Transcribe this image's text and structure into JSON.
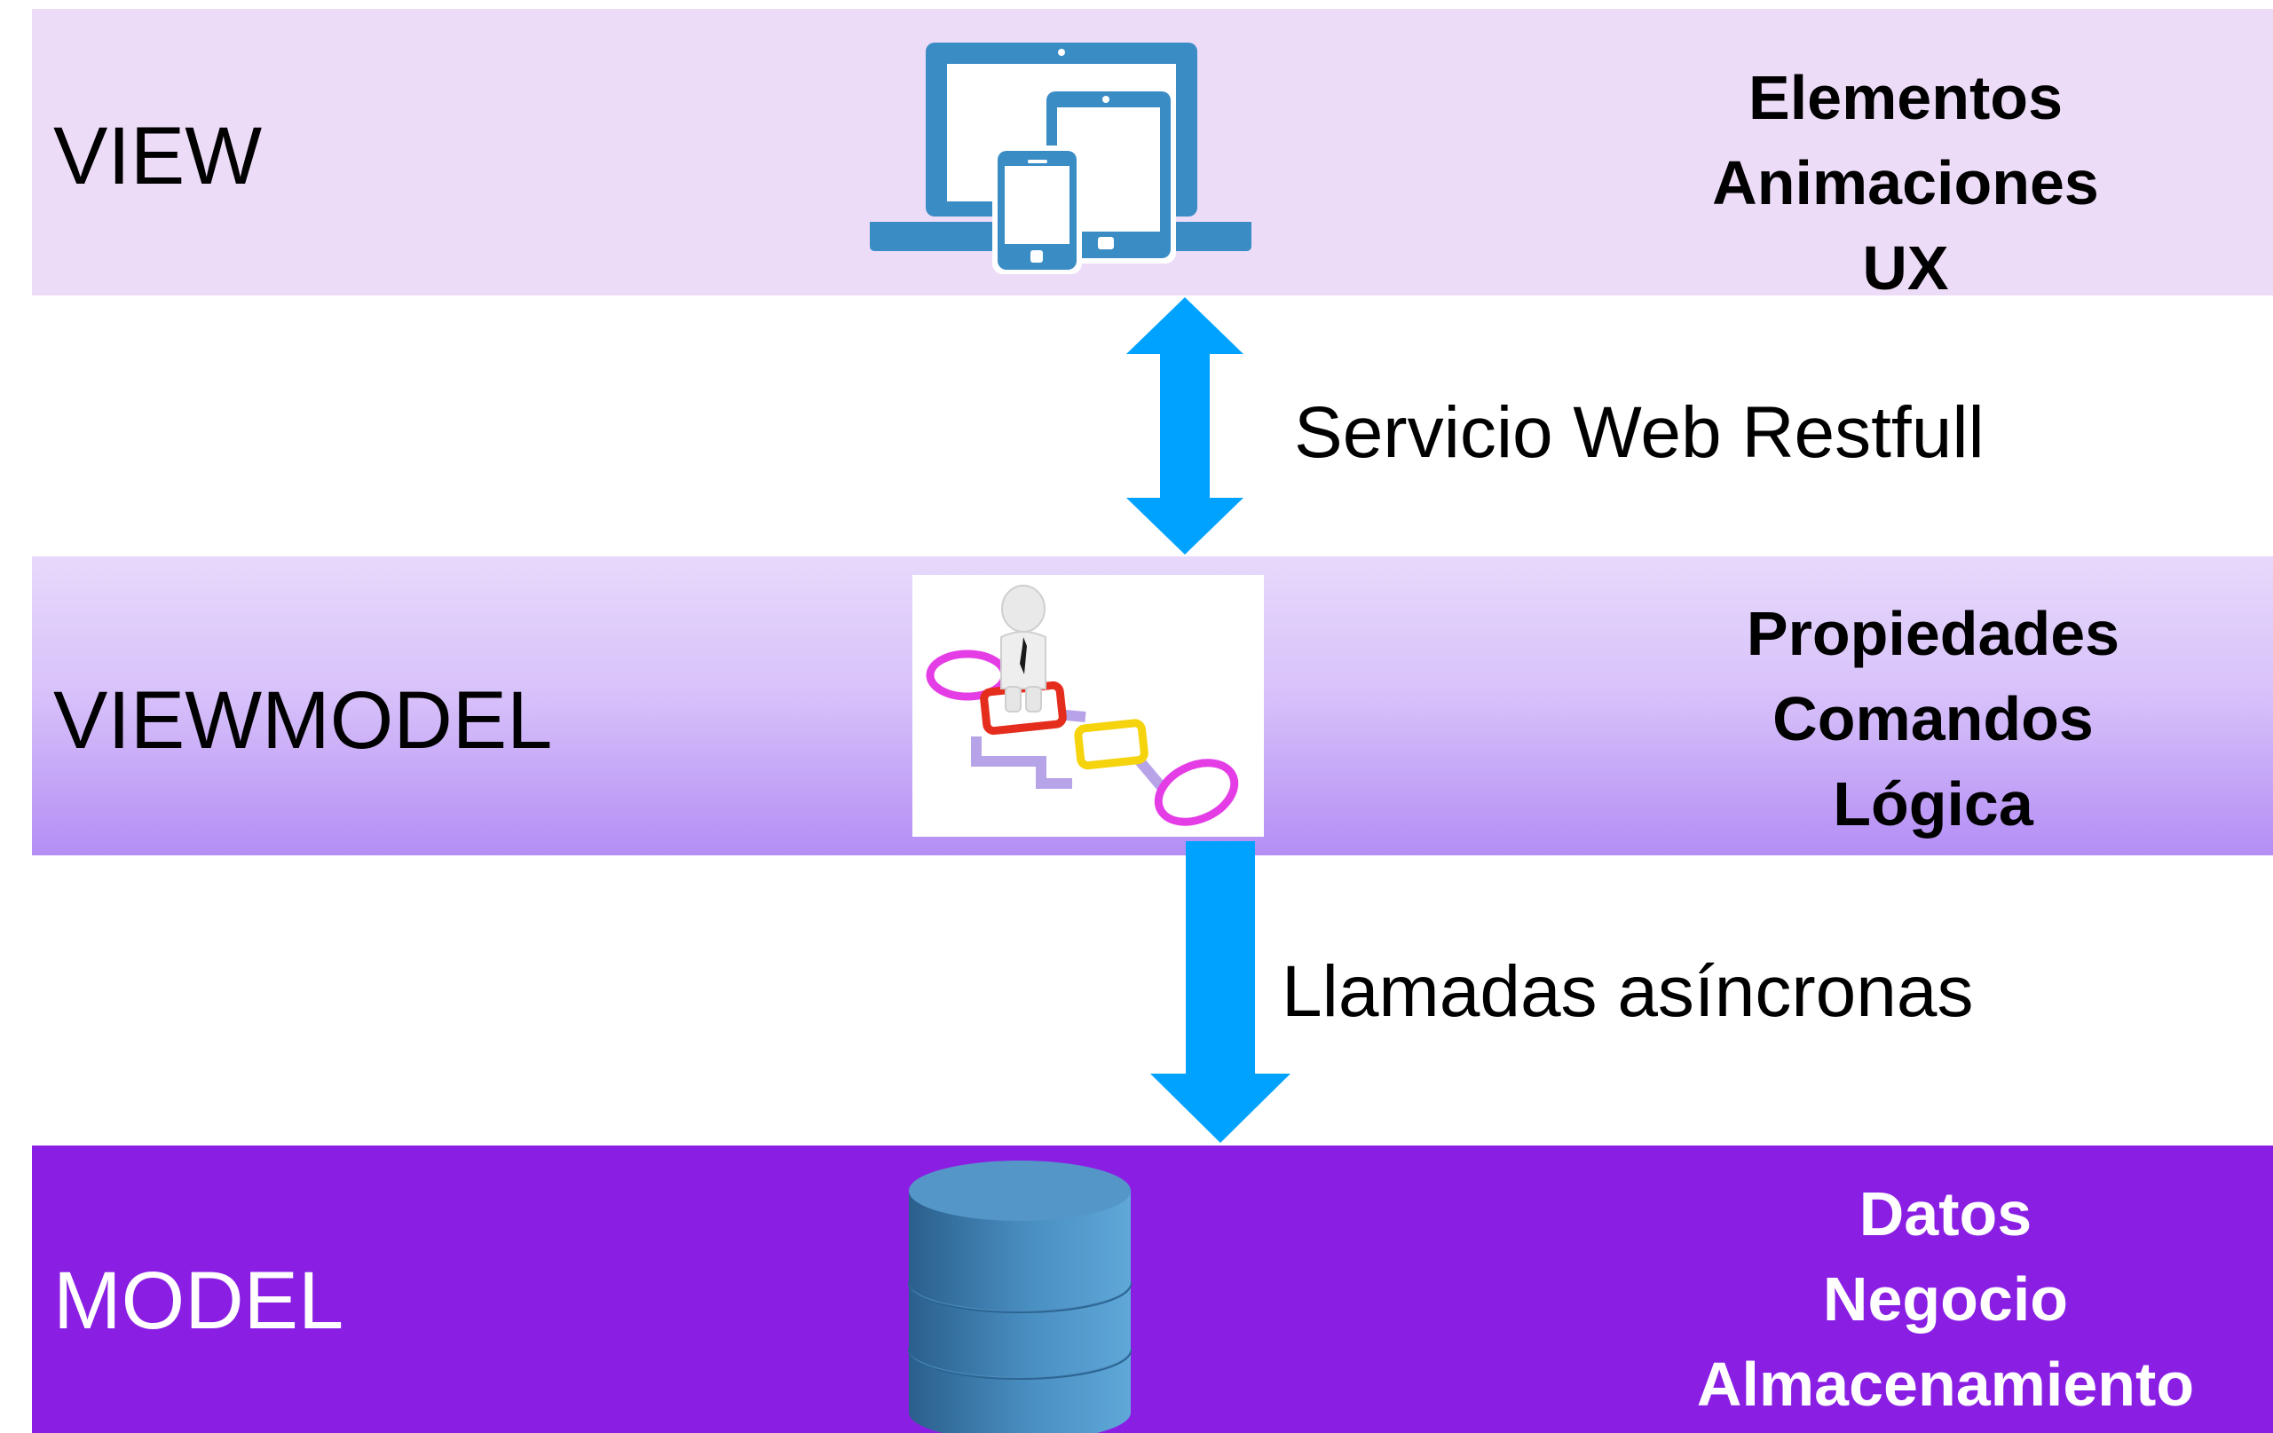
{
  "layers": {
    "view": {
      "title": "VIEW",
      "features": [
        "Elementos",
        "Animaciones",
        "UX"
      ],
      "icon": "devices-icon",
      "color": "#eddcf8"
    },
    "viewmodel": {
      "title": "VIEWMODEL",
      "features": [
        "Propiedades",
        "Comandos",
        "Lógica"
      ],
      "icon": "person-flowchart-icon",
      "color": "#c8a8f8"
    },
    "model": {
      "title": "MODEL",
      "features": [
        "Datos",
        "Negocio",
        "Almacenamiento"
      ],
      "icon": "database-icon",
      "color": "#8a1fe3"
    }
  },
  "connectors": {
    "view_viewmodel": {
      "label": "Servicio Web Restfull",
      "direction": "bidirectional",
      "color": "#00a2ff"
    },
    "viewmodel_model": {
      "label": "Llamadas asíncronas",
      "direction": "down",
      "color": "#00a2ff"
    }
  }
}
